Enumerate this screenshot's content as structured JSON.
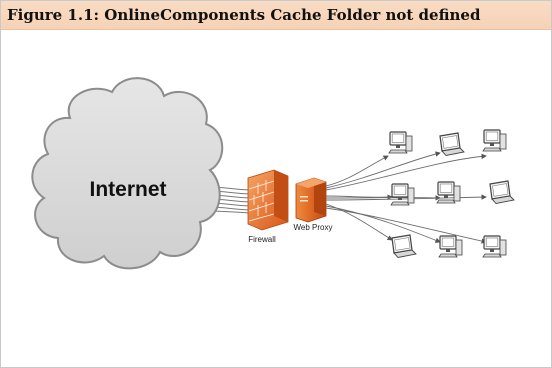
{
  "caption": "Figure 1.1: OnlineComponents Cache Folder not defined",
  "cloud_label": "Internet",
  "firewall_label": "Firewall",
  "proxy_label": "Web Proxy",
  "colors": {
    "caption_bg": "#f7d5bb",
    "cloud_fill": "#d9d9d9",
    "cloud_stroke": "#8c8c8c",
    "firewall": "#f07a2e",
    "proxy": "#e8691f",
    "client_bezel": "#4a4a4a",
    "client_screen": "#ffffff"
  },
  "clients": [
    {
      "kind": "desktop-icon"
    },
    {
      "kind": "laptop-icon"
    },
    {
      "kind": "desktop-icon"
    },
    {
      "kind": "desktop-icon"
    },
    {
      "kind": "desktop-icon"
    },
    {
      "kind": "laptop-icon"
    },
    {
      "kind": "laptop-icon"
    },
    {
      "kind": "desktop-icon"
    },
    {
      "kind": "desktop-icon"
    }
  ]
}
